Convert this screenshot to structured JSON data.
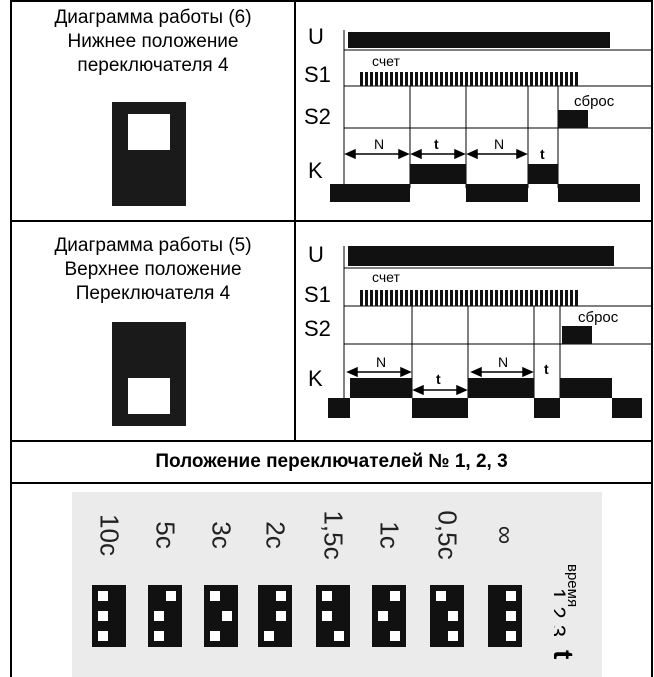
{
  "rows": [
    {
      "caption": [
        "Диаграмма работы (6)",
        "Нижнее положение",
        "переключателя 4"
      ],
      "switch_icon": "slide-switch-window-top",
      "timing": {
        "u": "U",
        "s1": "S1",
        "s2": "S2",
        "k": "K",
        "count": "счет",
        "reset": "сброс",
        "n": "N",
        "t": "t"
      }
    },
    {
      "caption": [
        "Диаграмма работы (5)",
        "Верхнее положение",
        "Переключателя 4"
      ],
      "switch_icon": "slide-switch-window-bottom",
      "timing": {
        "u": "U",
        "s1": "S1",
        "s2": "S2",
        "k": "K",
        "count": "счет",
        "reset": "сброс",
        "n": "N",
        "t": "t"
      }
    }
  ],
  "switches_title": "Положение переключателей № 1, 2, 3",
  "dip_settings": [
    {
      "label": "10с",
      "positions": [
        0,
        0,
        0
      ]
    },
    {
      "label": "5с",
      "positions": [
        1,
        0,
        0
      ]
    },
    {
      "label": "3с",
      "positions": [
        0,
        1,
        0
      ]
    },
    {
      "label": "2с",
      "positions": [
        1,
        1,
        0
      ]
    },
    {
      "label": "1,5с",
      "positions": [
        0,
        0,
        1
      ]
    },
    {
      "label": "1с",
      "positions": [
        1,
        0,
        1
      ]
    },
    {
      "label": "0,5с",
      "positions": [
        0,
        1,
        1
      ]
    },
    {
      "label": "∞",
      "positions": [
        1,
        1,
        1
      ]
    }
  ],
  "side_label": {
    "word": "время",
    "t": "t",
    "numbers": "1 2 3"
  }
}
